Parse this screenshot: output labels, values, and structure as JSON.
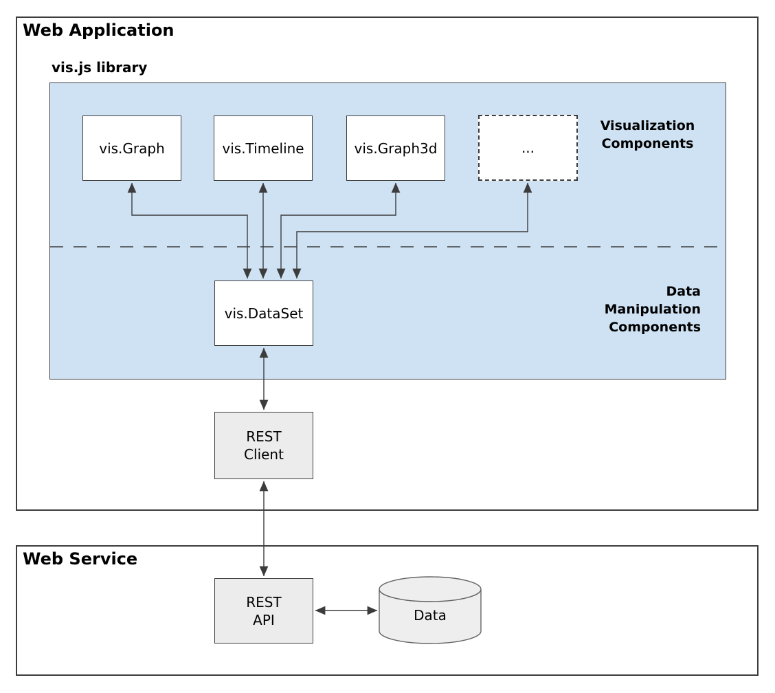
{
  "colors": {
    "panel_blue": "#cfe2f3",
    "node_gray_fill": "#ececec",
    "node_white_fill": "#ffffff",
    "stroke_dark": "#3c3c3c",
    "cylinder_stroke": "#666666",
    "text": "#000000"
  },
  "web_application": {
    "title": "Web Application",
    "library_label": "vis.js library",
    "visualization_components_label": {
      "lines": [
        "Visualization",
        "Components"
      ]
    },
    "data_manipulation_components_label": {
      "lines": [
        "Data",
        "Manipulation",
        "Components"
      ]
    },
    "nodes": {
      "graph": "vis.Graph",
      "timeline": "vis.Timeline",
      "graph3d": "vis.Graph3d",
      "ellipsis": "...",
      "dataset": "vis.DataSet",
      "rest_client": {
        "lines": [
          "REST",
          "Client"
        ]
      }
    }
  },
  "web_service": {
    "title": "Web Service",
    "nodes": {
      "rest_api": {
        "lines": [
          "REST",
          "API"
        ]
      },
      "data_store": "Data"
    }
  }
}
